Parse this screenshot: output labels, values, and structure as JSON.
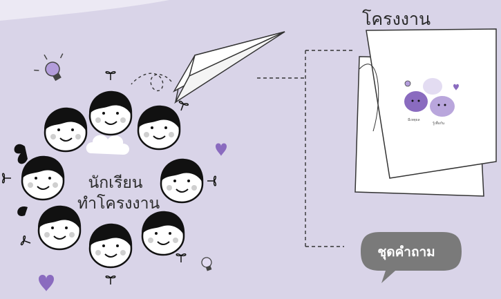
{
  "center_label": {
    "line1": "นักเรียน",
    "line2": "ทำโครงงาน"
  },
  "document": {
    "title": "โครงงาน",
    "caption_left": "มีเหตุผล",
    "caption_right": "รู้เพื่อกัน"
  },
  "question_bubble": {
    "label": "ชุดคำถาม"
  },
  "colors": {
    "background": "#d9d4e8",
    "accent_purple": "#8a6bbf",
    "light_purple": "#b9a6dc",
    "bubble_gray": "#7a7a7a",
    "hair": "#111111"
  },
  "icons": [
    "lightbulb-icon",
    "heart-icon",
    "paper-plane-icon",
    "cloud-icon",
    "sprout-icon"
  ]
}
